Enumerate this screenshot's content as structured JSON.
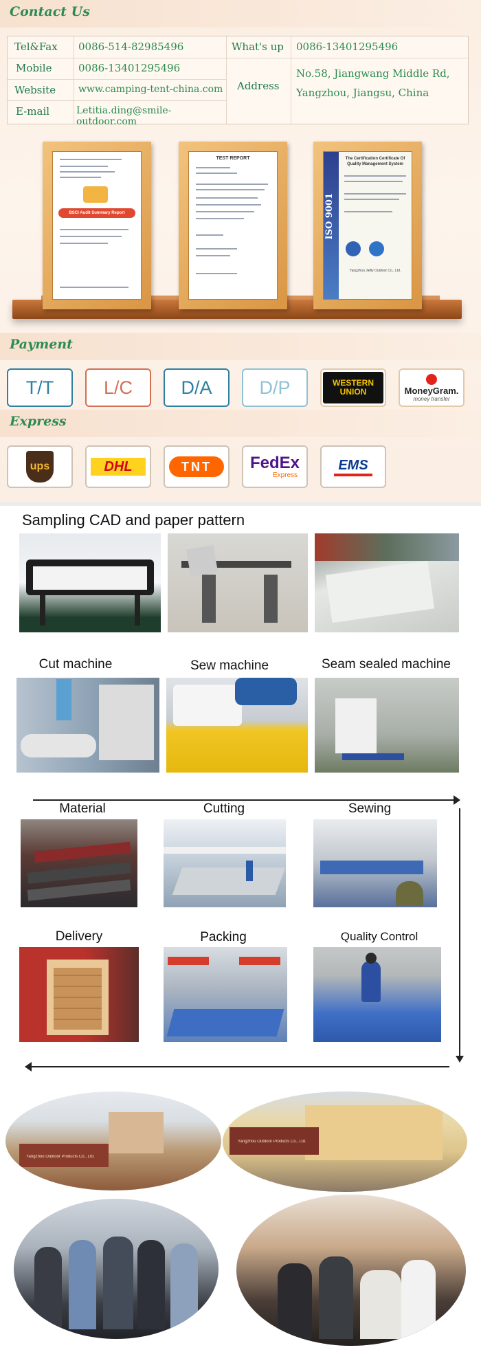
{
  "contact": {
    "title": "Contact Us",
    "rows": [
      {
        "label": "Tel&Fax",
        "value": "0086-514-82985496"
      },
      {
        "label": "Mobile",
        "value": "0086-13401295496"
      },
      {
        "label": "Website",
        "value": "www.camping-tent-china.com"
      },
      {
        "label": "E-mail",
        "value": "Letitia.ding@smile-outdoor.com"
      }
    ],
    "whatsup_label": "What's up",
    "whatsup_value": "0086-13401295496",
    "address_label": "Address",
    "address_line1": "No.58, Jiangwang Middle Rd,",
    "address_line2": "Yangzhou, Jiangsu, China"
  },
  "certificates": {
    "bsci_label": "BSCI Audit Summary Report",
    "test_label": "TEST REPORT",
    "iso_heading": "The Certification Certificate Of Quality Management System",
    "iso_vertical": "ISO 9001",
    "iso_company": "Yangzhou Jiefly Outdoor Co., Ltd."
  },
  "payment": {
    "title": "Payment",
    "methods": [
      {
        "label": "T/T",
        "color": "#2e7fa0"
      },
      {
        "label": "L/C",
        "color": "#d36f52"
      },
      {
        "label": "D/A",
        "color": "#2e7fa0"
      },
      {
        "label": "D/P",
        "color": "#8fc2d4"
      }
    ],
    "western_union": "WESTERN UNION",
    "moneygram": "MoneyGram.",
    "moneygram_sub": "money transfer"
  },
  "express": {
    "title": "Express",
    "carriers": [
      "ups",
      "DHL",
      "TNT",
      "FedEx",
      "Express",
      "EMS"
    ]
  },
  "process": {
    "sampling_title": "Sampling CAD and paper pattern",
    "machines": [
      "Cut machine",
      "Sew machine",
      "Seam sealed machine"
    ],
    "flow_top": [
      "Material",
      "Cutting",
      "Sewing"
    ],
    "flow_bottom": [
      "Delivery",
      "Packing",
      "Quality Control"
    ]
  },
  "factory": {
    "sign_left": "Yangzhou Outdoor Products Co., Ltd.",
    "sign_right": "Yangzhou Outdoor Products Co., Ltd."
  }
}
